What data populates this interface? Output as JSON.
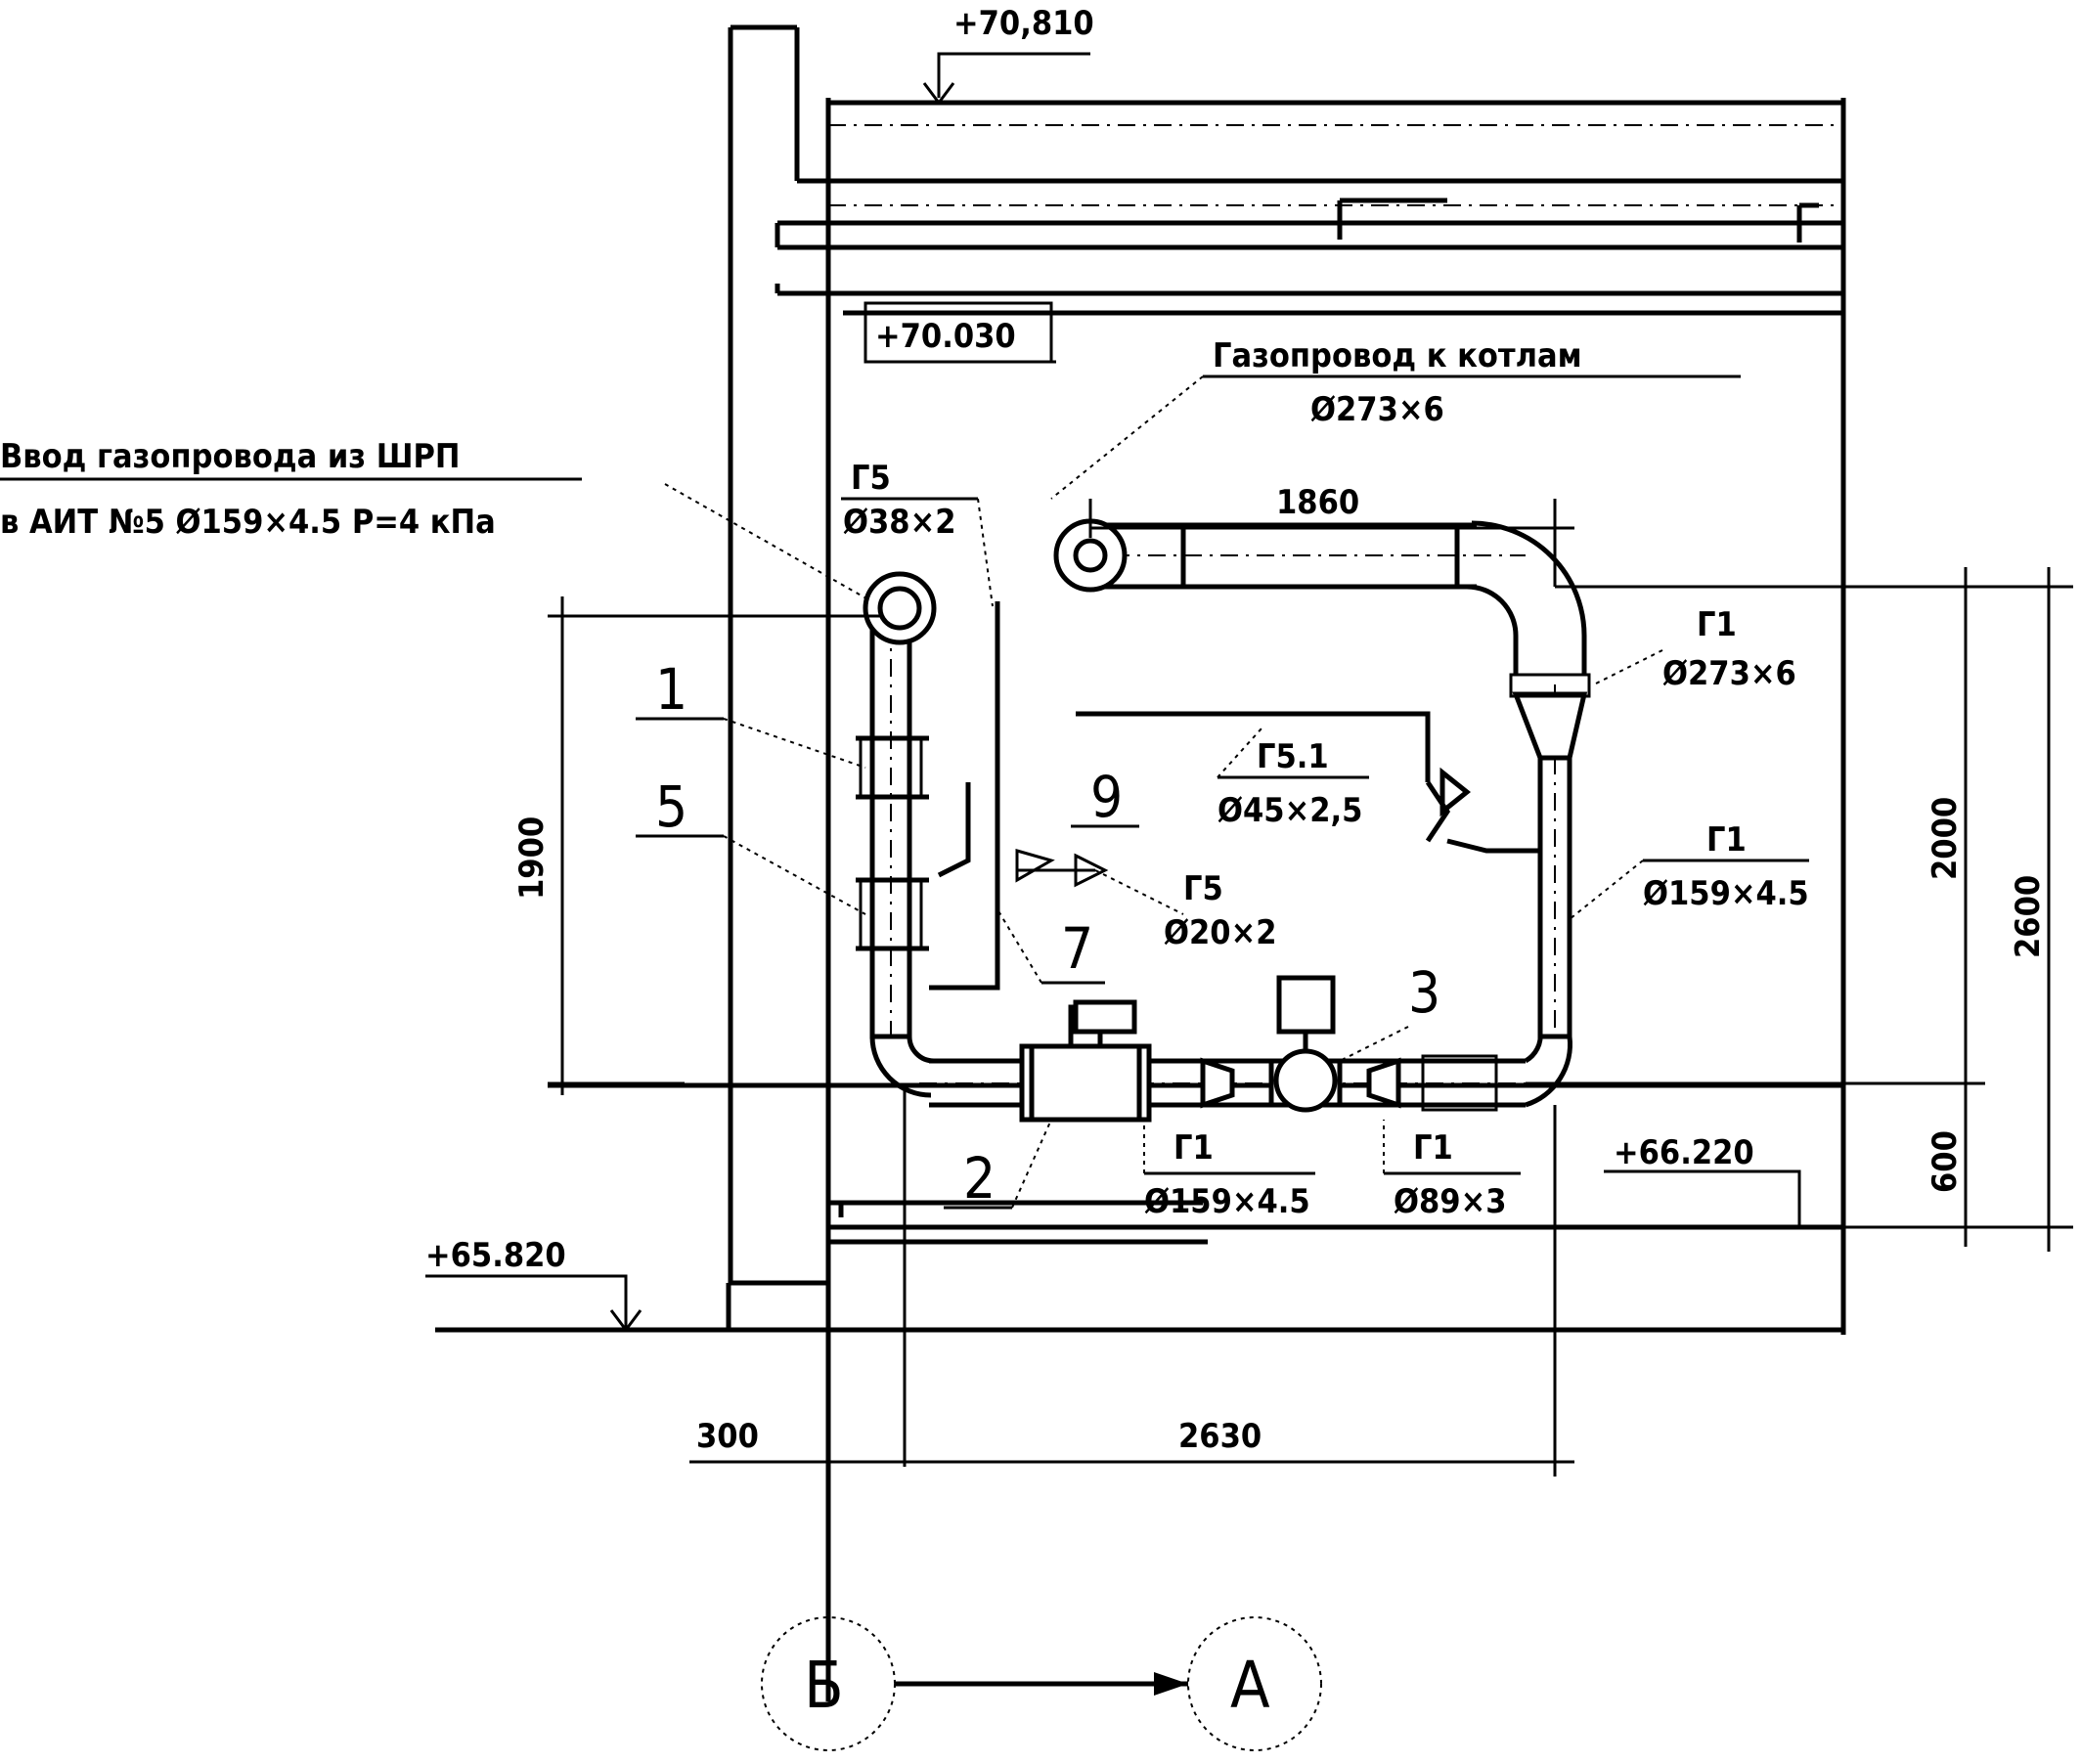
{
  "elevations": {
    "top": "+70,810",
    "slab": "+70.030",
    "floor": "+66.220",
    "ground": "+65.820"
  },
  "inlet_note": {
    "line1": "Ввод газопровода из ШРП",
    "line2": "в АИТ №5 Ø159×4.5 P=4 кПа"
  },
  "boiler_pipe_note": {
    "line1": "Газопровод к котлам",
    "line2": "Ø273×6"
  },
  "pipe_labels": {
    "g5_top": {
      "code": "Г5",
      "size": "Ø38×2"
    },
    "g5_1": {
      "code": "Г5.1",
      "size": "Ø45×2,5"
    },
    "g5_small": {
      "code": "Г5",
      "size": "Ø20×2"
    },
    "g1_right_top": {
      "code": "Г1",
      "size": "Ø273×6"
    },
    "g1_right": {
      "code": "Г1",
      "size": "Ø159×4.5"
    },
    "g1_bottom": {
      "code": "Г1",
      "size": "Ø159×4.5"
    },
    "g1_bottom2": {
      "code": "Г1",
      "size": "Ø89×3"
    }
  },
  "positions": [
    "1",
    "5",
    "9",
    "7",
    "3",
    "2"
  ],
  "dimensions": {
    "top_run": "1860",
    "left_height": "1900",
    "right_2000": "2000",
    "right_2600": "2600",
    "right_600": "600",
    "bottom_300": "300",
    "bottom_2630": "2630"
  },
  "axes": {
    "left": "Б",
    "right": "А"
  }
}
